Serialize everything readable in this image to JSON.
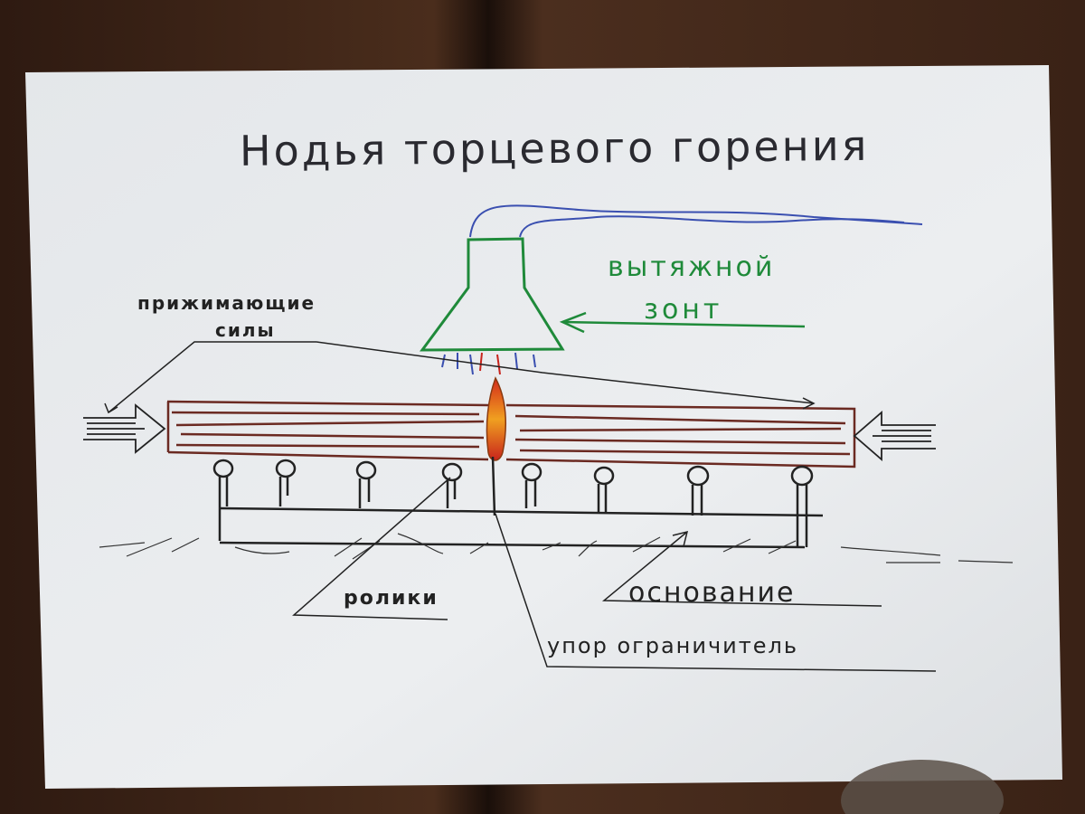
{
  "title": "Нодья торцевого горения",
  "labels": {
    "hood": [
      "вытяжной",
      "зонт"
    ],
    "forces": [
      "прижимающие",
      "силы"
    ],
    "rollers": "ролики",
    "base": "основание",
    "stop": "упор ограничитель"
  },
  "colors": {
    "wood_table": "#3d2619",
    "paper": "#e9ecef",
    "ink_black": "#1e1e22",
    "ink_green": "#1f8a3a",
    "ink_blue": "#3a4fb0",
    "ink_brown": "#6b2a22",
    "flame_orange": "#e8801e",
    "flame_red": "#c8241c"
  }
}
